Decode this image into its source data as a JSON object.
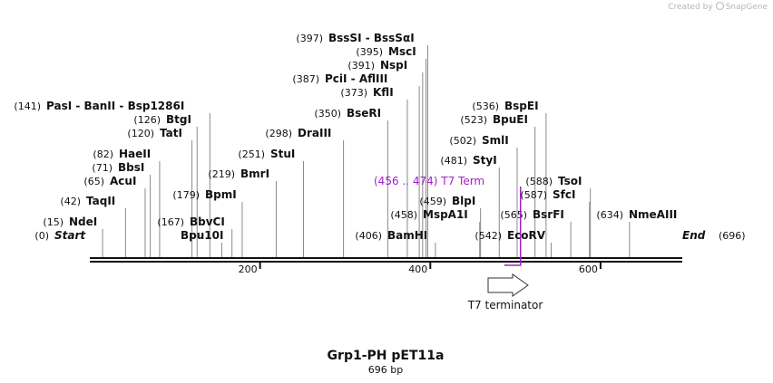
{
  "credit": {
    "prefix": "Created by",
    "brand": "SnapGene",
    "icon": "snapgene-logo-icon"
  },
  "sequence": {
    "name": "Grp1-PH pET11a",
    "length": 696,
    "length_label": "696 bp"
  },
  "axis": {
    "ticks": [
      200,
      400,
      600
    ]
  },
  "sites": [
    {
      "pos_label": "(0)",
      "name": "Start",
      "pos": 0,
      "style": "end"
    },
    {
      "pos_label": "(15)",
      "name": "NdeI",
      "pos": 15
    },
    {
      "pos_label": "(42)",
      "name": "TaqII",
      "pos": 42
    },
    {
      "pos_label": "(65)",
      "name": "AcuI",
      "pos": 65
    },
    {
      "pos_label": "(71)",
      "name": "BbsI",
      "pos": 71
    },
    {
      "pos_label": "(82)",
      "name": "HaeII",
      "pos": 82
    },
    {
      "pos_label": "(120)",
      "name": "TatI",
      "pos": 120
    },
    {
      "pos_label": "(126)",
      "name": "BtgI",
      "pos": 126
    },
    {
      "pos_label": "(141)",
      "name": "PasI  - BanII  - Bsp1286I",
      "pos": 141
    },
    {
      "pos_label": "",
      "name": "Bpu10I",
      "pos": 155
    },
    {
      "pos_label": "(167)",
      "name": "BbvCI",
      "pos": 167
    },
    {
      "pos_label": "(179)",
      "name": "BpmI",
      "pos": 179
    },
    {
      "pos_label": "(219)",
      "name": "BmrI",
      "pos": 219
    },
    {
      "pos_label": "(251)",
      "name": "StuI",
      "pos": 251
    },
    {
      "pos_label": "(298)",
      "name": "DraIII",
      "pos": 298
    },
    {
      "pos_label": "(350)",
      "name": "BseRI",
      "pos": 350
    },
    {
      "pos_label": "(373)",
      "name": "KflI",
      "pos": 373
    },
    {
      "pos_label": "(387)",
      "name": "PciI  - AflIII",
      "pos": 387
    },
    {
      "pos_label": "(391)",
      "name": "NspI",
      "pos": 391
    },
    {
      "pos_label": "(395)",
      "name": "MscI",
      "pos": 395
    },
    {
      "pos_label": "(397)",
      "name": "BssSI  - BssSαI",
      "pos": 397
    },
    {
      "pos_label": "(406)",
      "name": "BamHI",
      "pos": 406
    },
    {
      "pos_label": "(458)",
      "name": "MspA1I",
      "pos": 458
    },
    {
      "pos_label": "(459)",
      "name": "BlpI",
      "pos": 459
    },
    {
      "pos_label": "(481)",
      "name": "StyI",
      "pos": 481
    },
    {
      "pos_label": "(502)",
      "name": "SmlI",
      "pos": 502
    },
    {
      "pos_label": "(523)",
      "name": "BpuEI",
      "pos": 523
    },
    {
      "pos_label": "(536)",
      "name": "BspEI",
      "pos": 536
    },
    {
      "pos_label": "(542)",
      "name": "EcoRV",
      "pos": 542
    },
    {
      "pos_label": "(565)",
      "name": "BsrFI",
      "pos": 565
    },
    {
      "pos_label": "(587)",
      "name": "SfcI",
      "pos": 587
    },
    {
      "pos_label": "(588)",
      "name": "TsoI",
      "pos": 588
    },
    {
      "pos_label": "(634)",
      "name": "NmeAIII",
      "pos": 634
    },
    {
      "pos_label": "(696)",
      "name": "End",
      "pos": 696,
      "style": "end"
    }
  ],
  "primer_feature": {
    "label": "(456 .. 474)  T7 Term",
    "color": "#a020c8",
    "start": 456,
    "end": 474
  },
  "features": [
    {
      "name": "T7 terminator",
      "direction": "forward"
    }
  ]
}
